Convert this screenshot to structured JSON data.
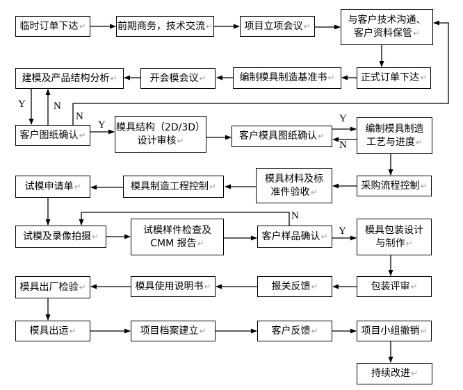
{
  "diagram": {
    "background": "#ffffff",
    "line_color": "#000000",
    "box_border_color": "#000000",
    "text_color": "#000000",
    "paragraph_mark_color": "#a0a0a0"
  },
  "pmark": "↵",
  "branches": {
    "yes": "Y",
    "no": "N"
  },
  "nodes": {
    "temp_order": {
      "label": "临时订单下达"
    },
    "pre_business": {
      "label": "前期商务，技术交流"
    },
    "project_kickoff": {
      "label": "项目立项会议"
    },
    "customer_comm": {
      "label": [
        "与客户技术沟通、",
        "客户资料保管"
      ]
    },
    "formal_order": {
      "label": "正式订单下达"
    },
    "mold_baseline": {
      "label": "编制模具制造基准书"
    },
    "mold_meeting": {
      "label": "开会模会议"
    },
    "modeling_analysis": {
      "label": "建模及产品结构分析"
    },
    "drawing_confirm": {
      "label": "客户图纸确认"
    },
    "structure_review": {
      "label": [
        "模具结构（2D/3D）",
        "设计审核"
      ]
    },
    "customer_mold_drawing_confirm": {
      "label": "客户模具图纸确认"
    },
    "process_schedule": {
      "label": [
        "编制模具制造",
        "工艺与进度"
      ]
    },
    "purchase_control": {
      "label": "采购流程控制"
    },
    "material_acceptance": {
      "label": [
        "模具材料及标",
        "准件验收"
      ]
    },
    "manufacture_control": {
      "label": "模具制造工程控制"
    },
    "trial_application": {
      "label": "试模申请单"
    },
    "trial_video": {
      "label": "试模及录像拍摄"
    },
    "sample_cmm": {
      "label": [
        "试模样件检查及",
        "CMM 报告"
      ]
    },
    "sample_confirm": {
      "label": "客户样品确认"
    },
    "package_design": {
      "label": [
        "模具包装设计",
        "与制作"
      ]
    },
    "package_review": {
      "label": "包装评审"
    },
    "customs_feedback": {
      "label": "报关反馈"
    },
    "mold_manual": {
      "label": "模具使用说明书"
    },
    "factory_inspection": {
      "label": "模具出厂检验"
    },
    "mold_shipment": {
      "label": "模具出运"
    },
    "project_archive": {
      "label": "项目档案建立"
    },
    "customer_feedback": {
      "label": "客户反馈"
    },
    "team_dissolution": {
      "label": "项目小组撤销"
    },
    "continuous_improvement": {
      "label": "持续改进"
    }
  }
}
